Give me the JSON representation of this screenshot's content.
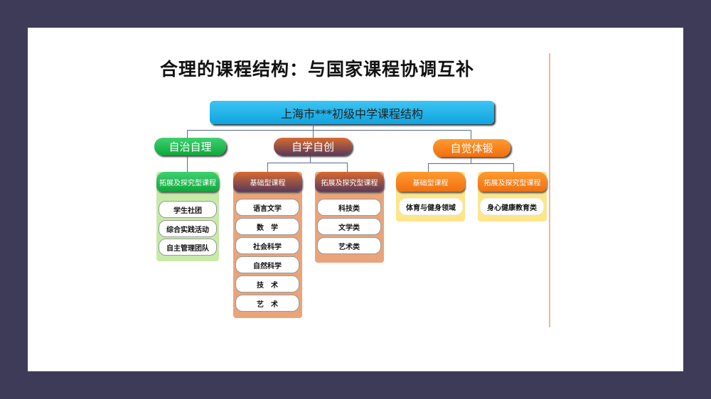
{
  "title": "合理的课程结构：与国家课程协调互补",
  "root": "上海市***初级中学课程结构",
  "branches": [
    {
      "label": "自治自理",
      "columns": [
        {
          "header": "拓展及探究型课程",
          "items": [
            "学生社团",
            "综合实践活动",
            "自主管理团队"
          ]
        }
      ]
    },
    {
      "label": "自学自创",
      "columns": [
        {
          "header": "基础型课程",
          "items": [
            "语言文学",
            "数　学",
            "社会科学",
            "自然科学",
            "技　术",
            "艺　术"
          ]
        },
        {
          "header": "拓展及探究型课程",
          "items": [
            "科技类",
            "文学类",
            "艺术类"
          ]
        }
      ]
    },
    {
      "label": "自觉体锻",
      "columns": [
        {
          "header": "基础型课程",
          "items": [
            "体育与健身领域"
          ]
        },
        {
          "header": "拓展及探究型课程",
          "items": [
            "身心健康教育类"
          ]
        }
      ]
    }
  ]
}
